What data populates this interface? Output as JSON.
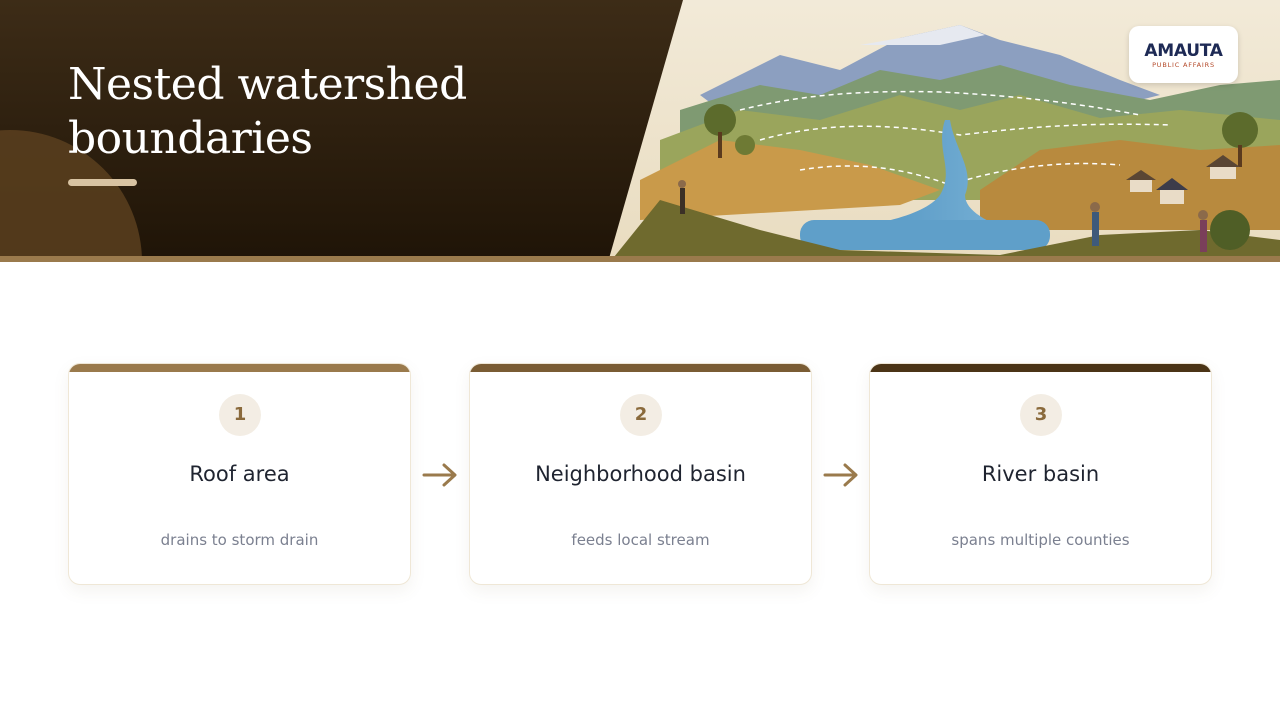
{
  "slide": {
    "title_line1": "Nested watershed",
    "title_line2": "boundaries"
  },
  "logo": {
    "name": "AMAUTA",
    "tagline": "PUBLIC AFFAIRS"
  },
  "colors": {
    "header_dark": "#2a1c0e",
    "accent_brown": "#9a7a4c",
    "bar_1": "#9a7a4c",
    "bar_2": "#7a5c34",
    "bar_3": "#4b3416",
    "arrow": "#9a7a4c"
  },
  "steps": [
    {
      "number": "1",
      "title": "Roof area",
      "description": "drains to storm drain"
    },
    {
      "number": "2",
      "title": "Neighborhood basin",
      "description": "feeds local stream"
    },
    {
      "number": "3",
      "title": "River basin",
      "description": "spans multiple counties"
    }
  ],
  "icons": [
    "arrow-right-icon",
    "arrow-right-icon"
  ]
}
